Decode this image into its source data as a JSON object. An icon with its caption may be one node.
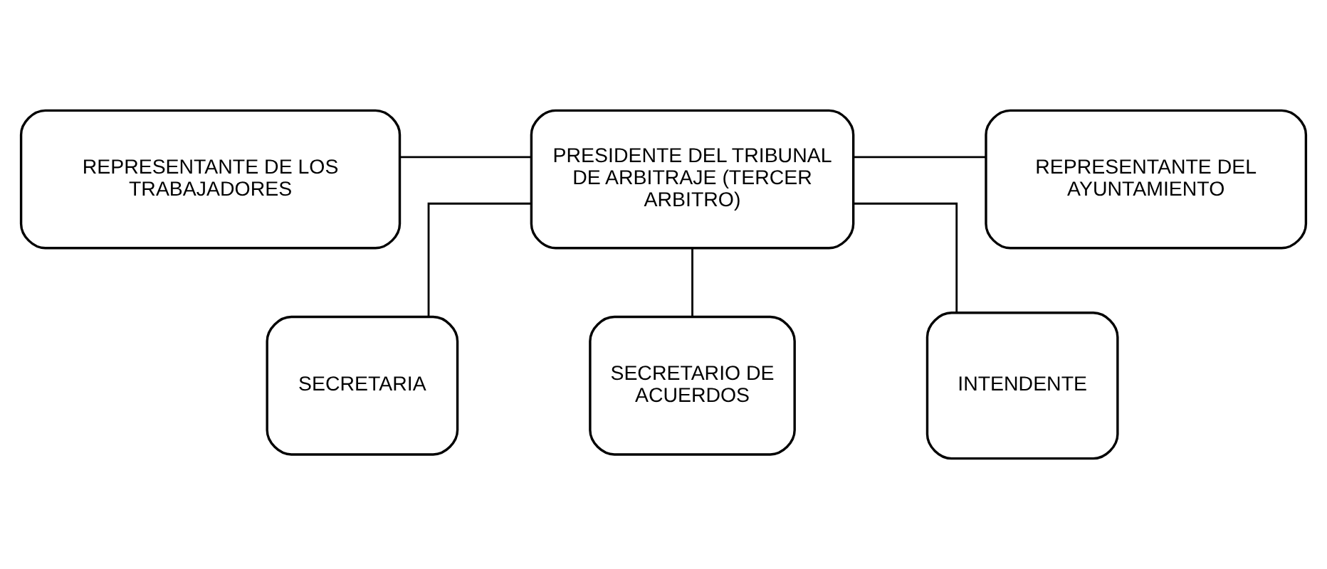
{
  "diagram": {
    "nodes": [
      {
        "text": [
          "REPRESENTANTE DE LOS TRABAJADORES"
        ]
      },
      {
        "text": [
          "PRESIDENTE DEL TRIBUNAL DE ARBITRAJE (TERCER ARBITRO)"
        ]
      },
      {
        "text": [
          "REPRESENTANTE DEL AYUNTAMIENTO"
        ]
      },
      {
        "text": [
          "SECRETARIA"
        ]
      },
      {
        "text": [
          "SECRETARIO DE ACUERDOS"
        ]
      },
      {
        "text": [
          "INTENDENTE"
        ]
      }
    ],
    "edges": [
      {
        "from": 0,
        "to": 1,
        "arrow": "none"
      },
      {
        "from": 1,
        "to": 2,
        "arrow": "none"
      },
      {
        "from": 1,
        "to": 3,
        "arrow": "none"
      },
      {
        "from": 1,
        "to": 4,
        "arrow": "none"
      },
      {
        "from": 1,
        "to": 5,
        "arrow": "none"
      }
    ]
  }
}
